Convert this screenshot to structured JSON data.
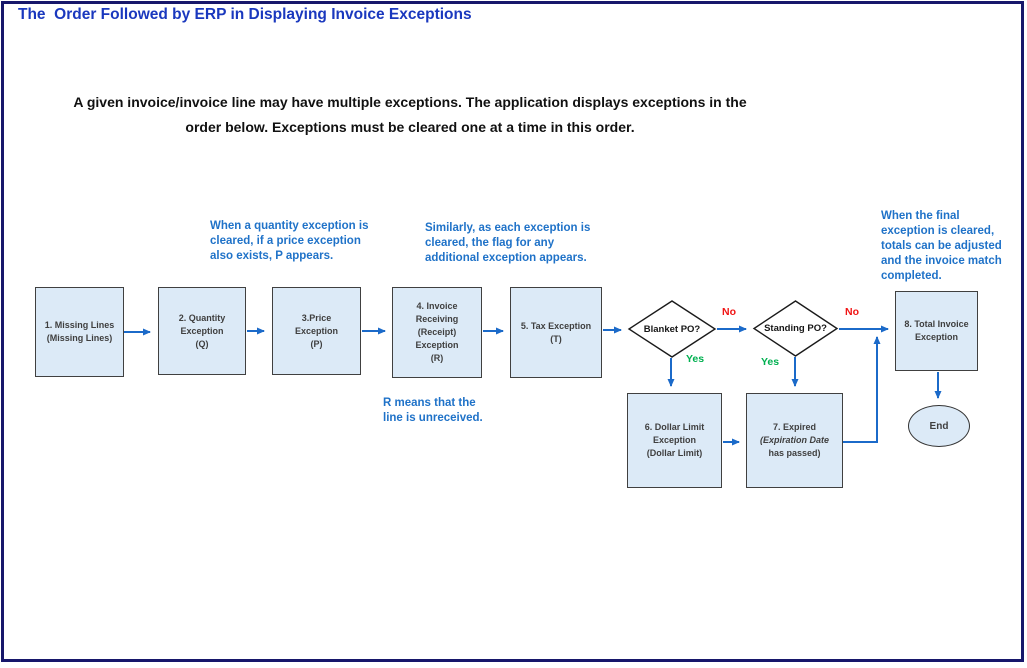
{
  "title": "The  Order Followed by ERP in Displaying Invoice Exceptions",
  "intro": "A given invoice/invoice line may have multiple exceptions. The application displays exceptions in the\norder below. Exceptions must be cleared one at a time in this order.",
  "notes": {
    "quantity": "When a quantity exception is\ncleared, if a price exception\nalso exists, P appears.",
    "similarly": "Similarly, as each exception is\ncleared, the flag for any\nadditional exception appears.",
    "final": "When the final\nexception is cleared,\ntotals can be adjusted\nand the invoice match\ncompleted.",
    "unreceived": "R means that the\nline is unreceived."
  },
  "nodes": {
    "missing_lines": {
      "label": "1. Missing Lines\n(Missing Lines)"
    },
    "quantity": {
      "label": "2. Quantity\nException\n(Q)"
    },
    "price": {
      "label": "3.Price\nException\n(P)"
    },
    "invoice_receiving": {
      "label": "4. Invoice\nReceiving\n(Receipt)\nException\n(R)"
    },
    "tax": {
      "label": "5. Tax Exception\n(T)"
    },
    "blanket_po": {
      "label": "Blanket PO?"
    },
    "standing_po": {
      "label": "Standing PO?"
    },
    "dollar_limit": {
      "label": "6. Dollar Limit\nException\n(Dollar Limit)"
    },
    "expired": {
      "line1": "7. Expired",
      "line2": "(Expiration Date",
      "line3": "has passed)"
    },
    "total_invoice": {
      "label": "8. Total Invoice\nException"
    },
    "end": {
      "label": "End"
    }
  },
  "branches": {
    "no1": "No",
    "no2": "No",
    "yes1": "Yes",
    "yes2": "Yes"
  },
  "colors": {
    "frame_navy": "#17176B",
    "title_blue": "#1A38BE",
    "note_blue": "#1F72C8",
    "arrow_blue": "#1B6AC9",
    "box_fill": "#DCEAF7",
    "box_border": "#404040",
    "box_text": "#3F3F3F",
    "no_red": "#F01414",
    "yes_green": "#00B050"
  }
}
